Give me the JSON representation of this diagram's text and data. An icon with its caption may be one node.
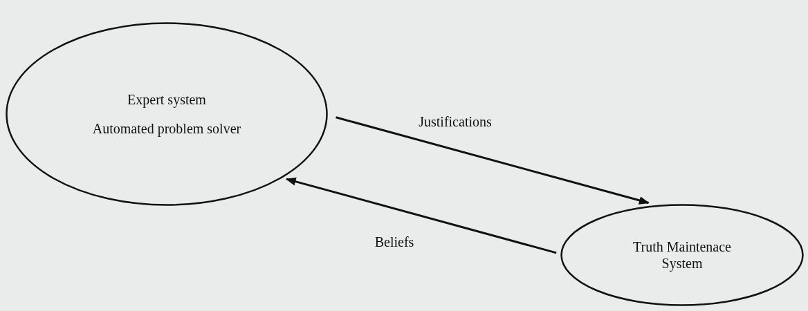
{
  "diagram": {
    "nodes": [
      {
        "text": [
          "Expert system",
          "Automated problem solver"
        ]
      },
      {
        "text": [
          "Truth Maintenace System"
        ]
      }
    ],
    "edges": [
      {
        "from": 0,
        "to": 1,
        "arrow": "to",
        "label": "Justifications"
      },
      {
        "from": 1,
        "to": 0,
        "arrow": "to",
        "label": "Beliefs"
      }
    ]
  }
}
